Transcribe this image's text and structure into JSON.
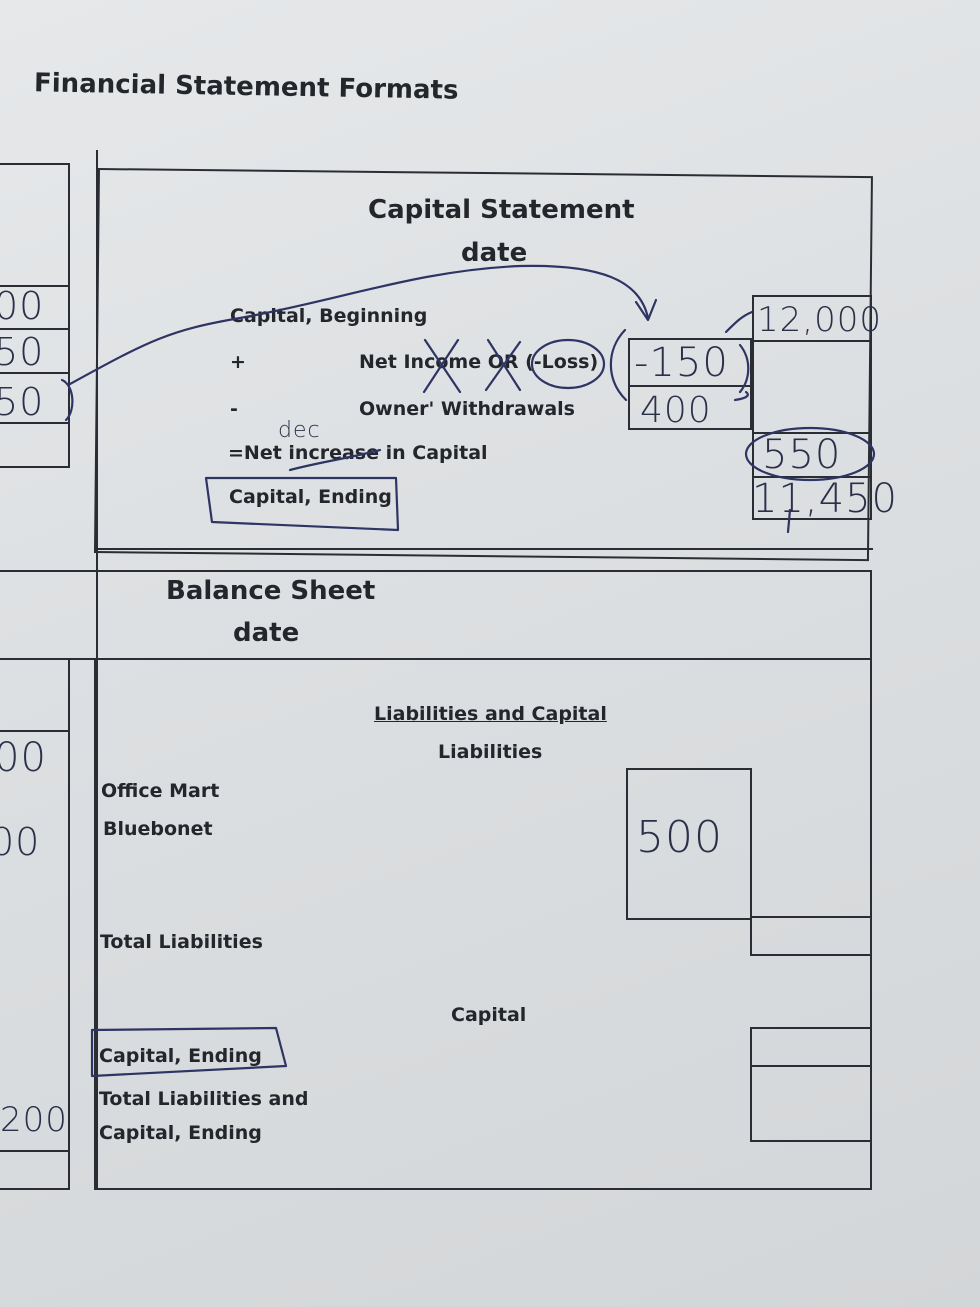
{
  "page": {
    "title": "Financial Statement Formats"
  },
  "capital_statement": {
    "title": "Capital Statement",
    "date": "date",
    "rows": {
      "capital_beginning": "Capital, Beginning",
      "plus_sign": "+",
      "net_income": "Net Income OR (-Loss)",
      "minus_sign": "-",
      "owner_withdrawals": "Owner' Withdrawals",
      "net_increase": "=Net increase in Capital",
      "capital_ending": "Capital, Ending"
    },
    "handwritten": {
      "beginning_amount": "12,000",
      "net_loss_amount": "-150",
      "withdrawals_amount": "400",
      "net_decrease_amount": "550",
      "ending_amount": "11,450",
      "correction_note": "dec"
    }
  },
  "balance_sheet": {
    "title": "Balance Sheet",
    "date": "date",
    "liabilities_and_capital": "Liabilities and Capital",
    "liabilities_heading": "Liabilities",
    "office_mart": "Office Mart",
    "bluebonet": "Bluebonet",
    "total_liabilities": "Total Liabilities",
    "capital_heading": "Capital",
    "capital_ending": "Capital, Ending",
    "total_line1": "Total Liabilities and",
    "total_line2": "Capital, Ending",
    "handwritten": {
      "bluebonet_amount": "500"
    }
  },
  "left_margin_handwritten": [
    "00",
    "50",
    "50",
    "00",
    "00",
    "200"
  ]
}
